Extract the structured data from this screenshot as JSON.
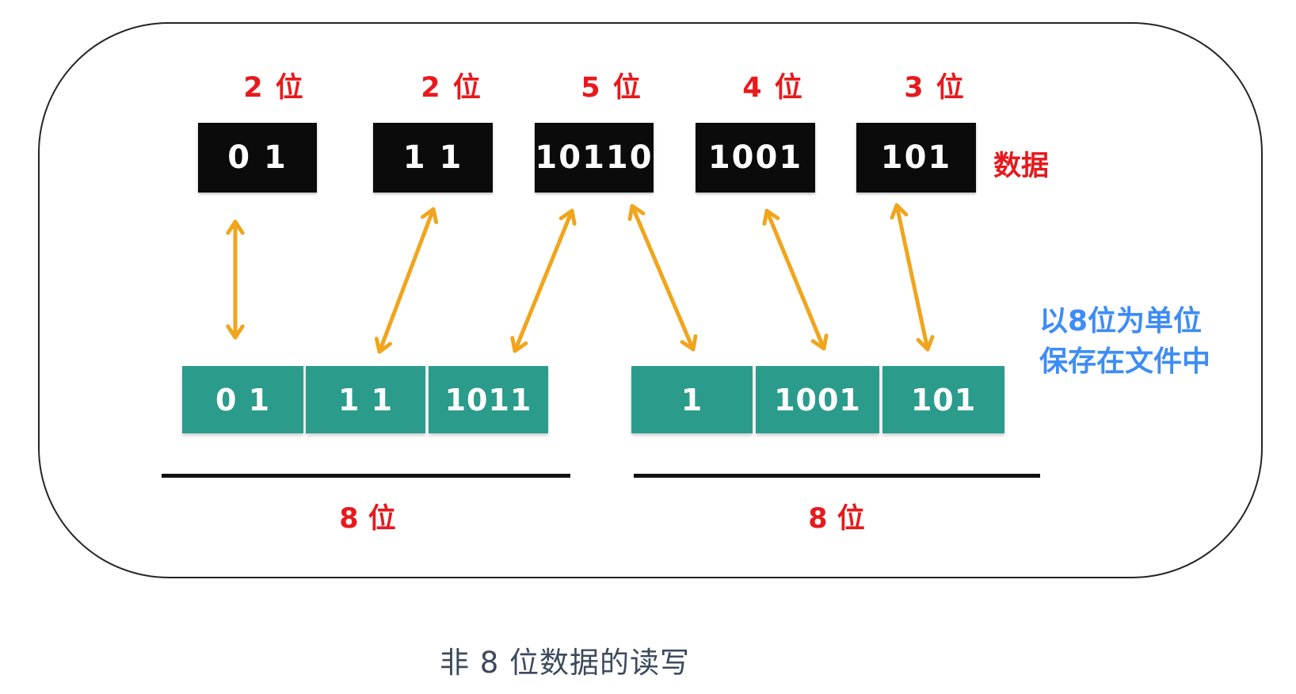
{
  "diagram": {
    "caption": "非 8 位数据的读写",
    "data_label": "数据",
    "storage_note": {
      "line1": "以8位为单位",
      "line2": "保存在文件中"
    },
    "top_row": {
      "items": [
        {
          "bits": "2 位",
          "value": "0 1"
        },
        {
          "bits": "2 位",
          "value": "1 1"
        },
        {
          "bits": "5 位",
          "value": "10110"
        },
        {
          "bits": "4 位",
          "value": "1001"
        },
        {
          "bits": "3 位",
          "value": "101"
        }
      ]
    },
    "bottom_row": {
      "groups": [
        {
          "cells": [
            {
              "value": "0 1"
            },
            {
              "value": "1 1"
            },
            {
              "value": "1011"
            }
          ],
          "size_label": "8 位"
        },
        {
          "cells": [
            {
              "value": "1"
            },
            {
              "value": "1001"
            },
            {
              "value": "101"
            }
          ],
          "size_label": "8 位"
        }
      ]
    },
    "colors": {
      "red": "#e8191c",
      "teal": "#2b9c8c",
      "orange": "#f0a51c",
      "blue": "#3e8cf7",
      "black_box": "#0b0b0b",
      "caption_text": "#3d4a5c"
    }
  }
}
